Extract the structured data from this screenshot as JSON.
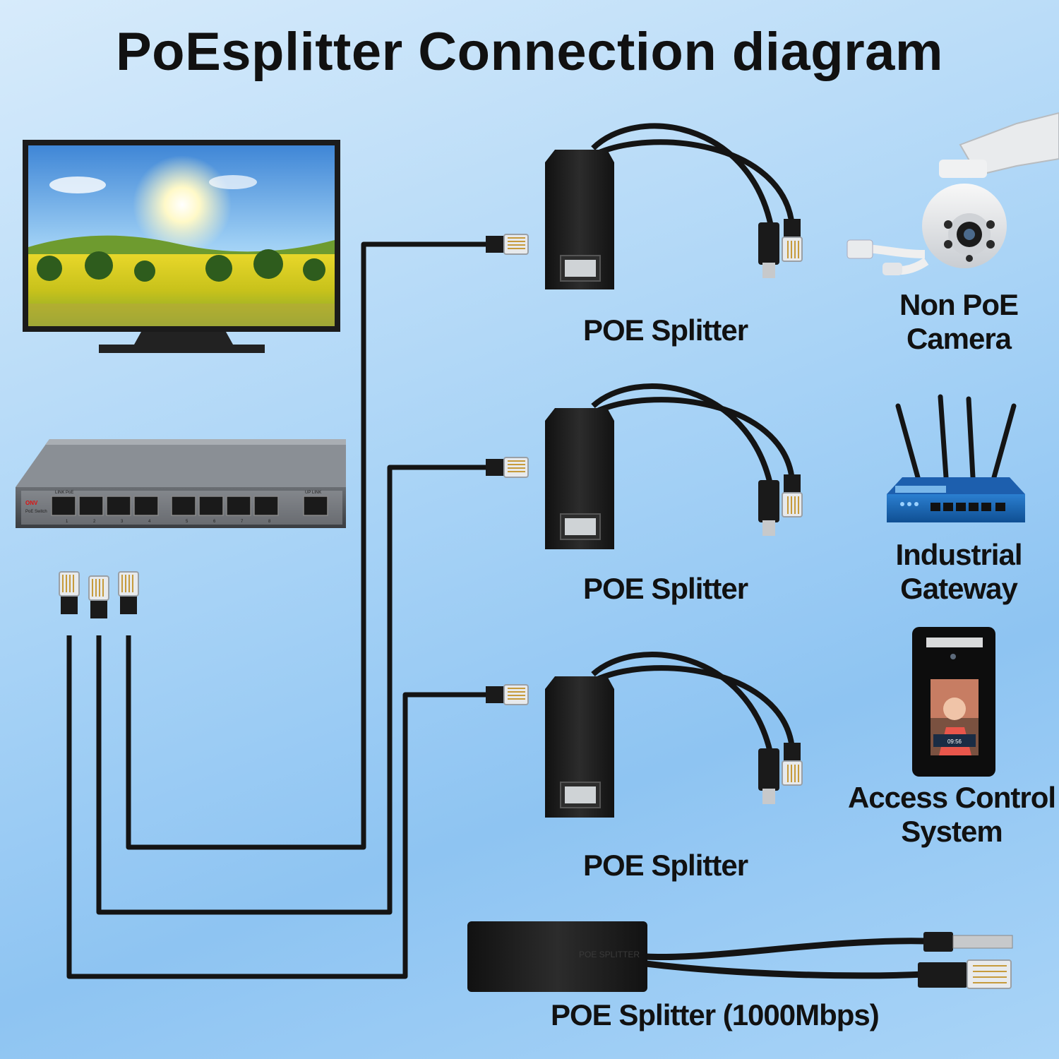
{
  "title": "PoEsplitter Connection diagram",
  "splitters": [
    {
      "label": "POE Splitter"
    },
    {
      "label": "POE Splitter"
    },
    {
      "label": "POE Splitter"
    }
  ],
  "gigabit_splitter": {
    "label": "POE Splitter (1000Mbps)",
    "body_text": "POE SPLITTER"
  },
  "devices": [
    {
      "label_line1": "Non PoE",
      "label_line2": "Camera"
    },
    {
      "label_line1": "Industrial",
      "label_line2": "Gateway"
    },
    {
      "label_line1": "Access Control",
      "label_line2": "System"
    }
  ],
  "switch": {
    "brand": "ONV",
    "model": "PoE Switch",
    "port_header_left": "LINK  PoE",
    "port_header_right": "UP  LINK",
    "port_numbers": [
      "1",
      "2",
      "3",
      "4",
      "5",
      "6",
      "7",
      "8"
    ]
  },
  "access_panel": {
    "status_time": "09:56"
  },
  "colors": {
    "cable": "#141414",
    "splitter_body": "#1c1c1c",
    "background": "#a8d3f6"
  }
}
